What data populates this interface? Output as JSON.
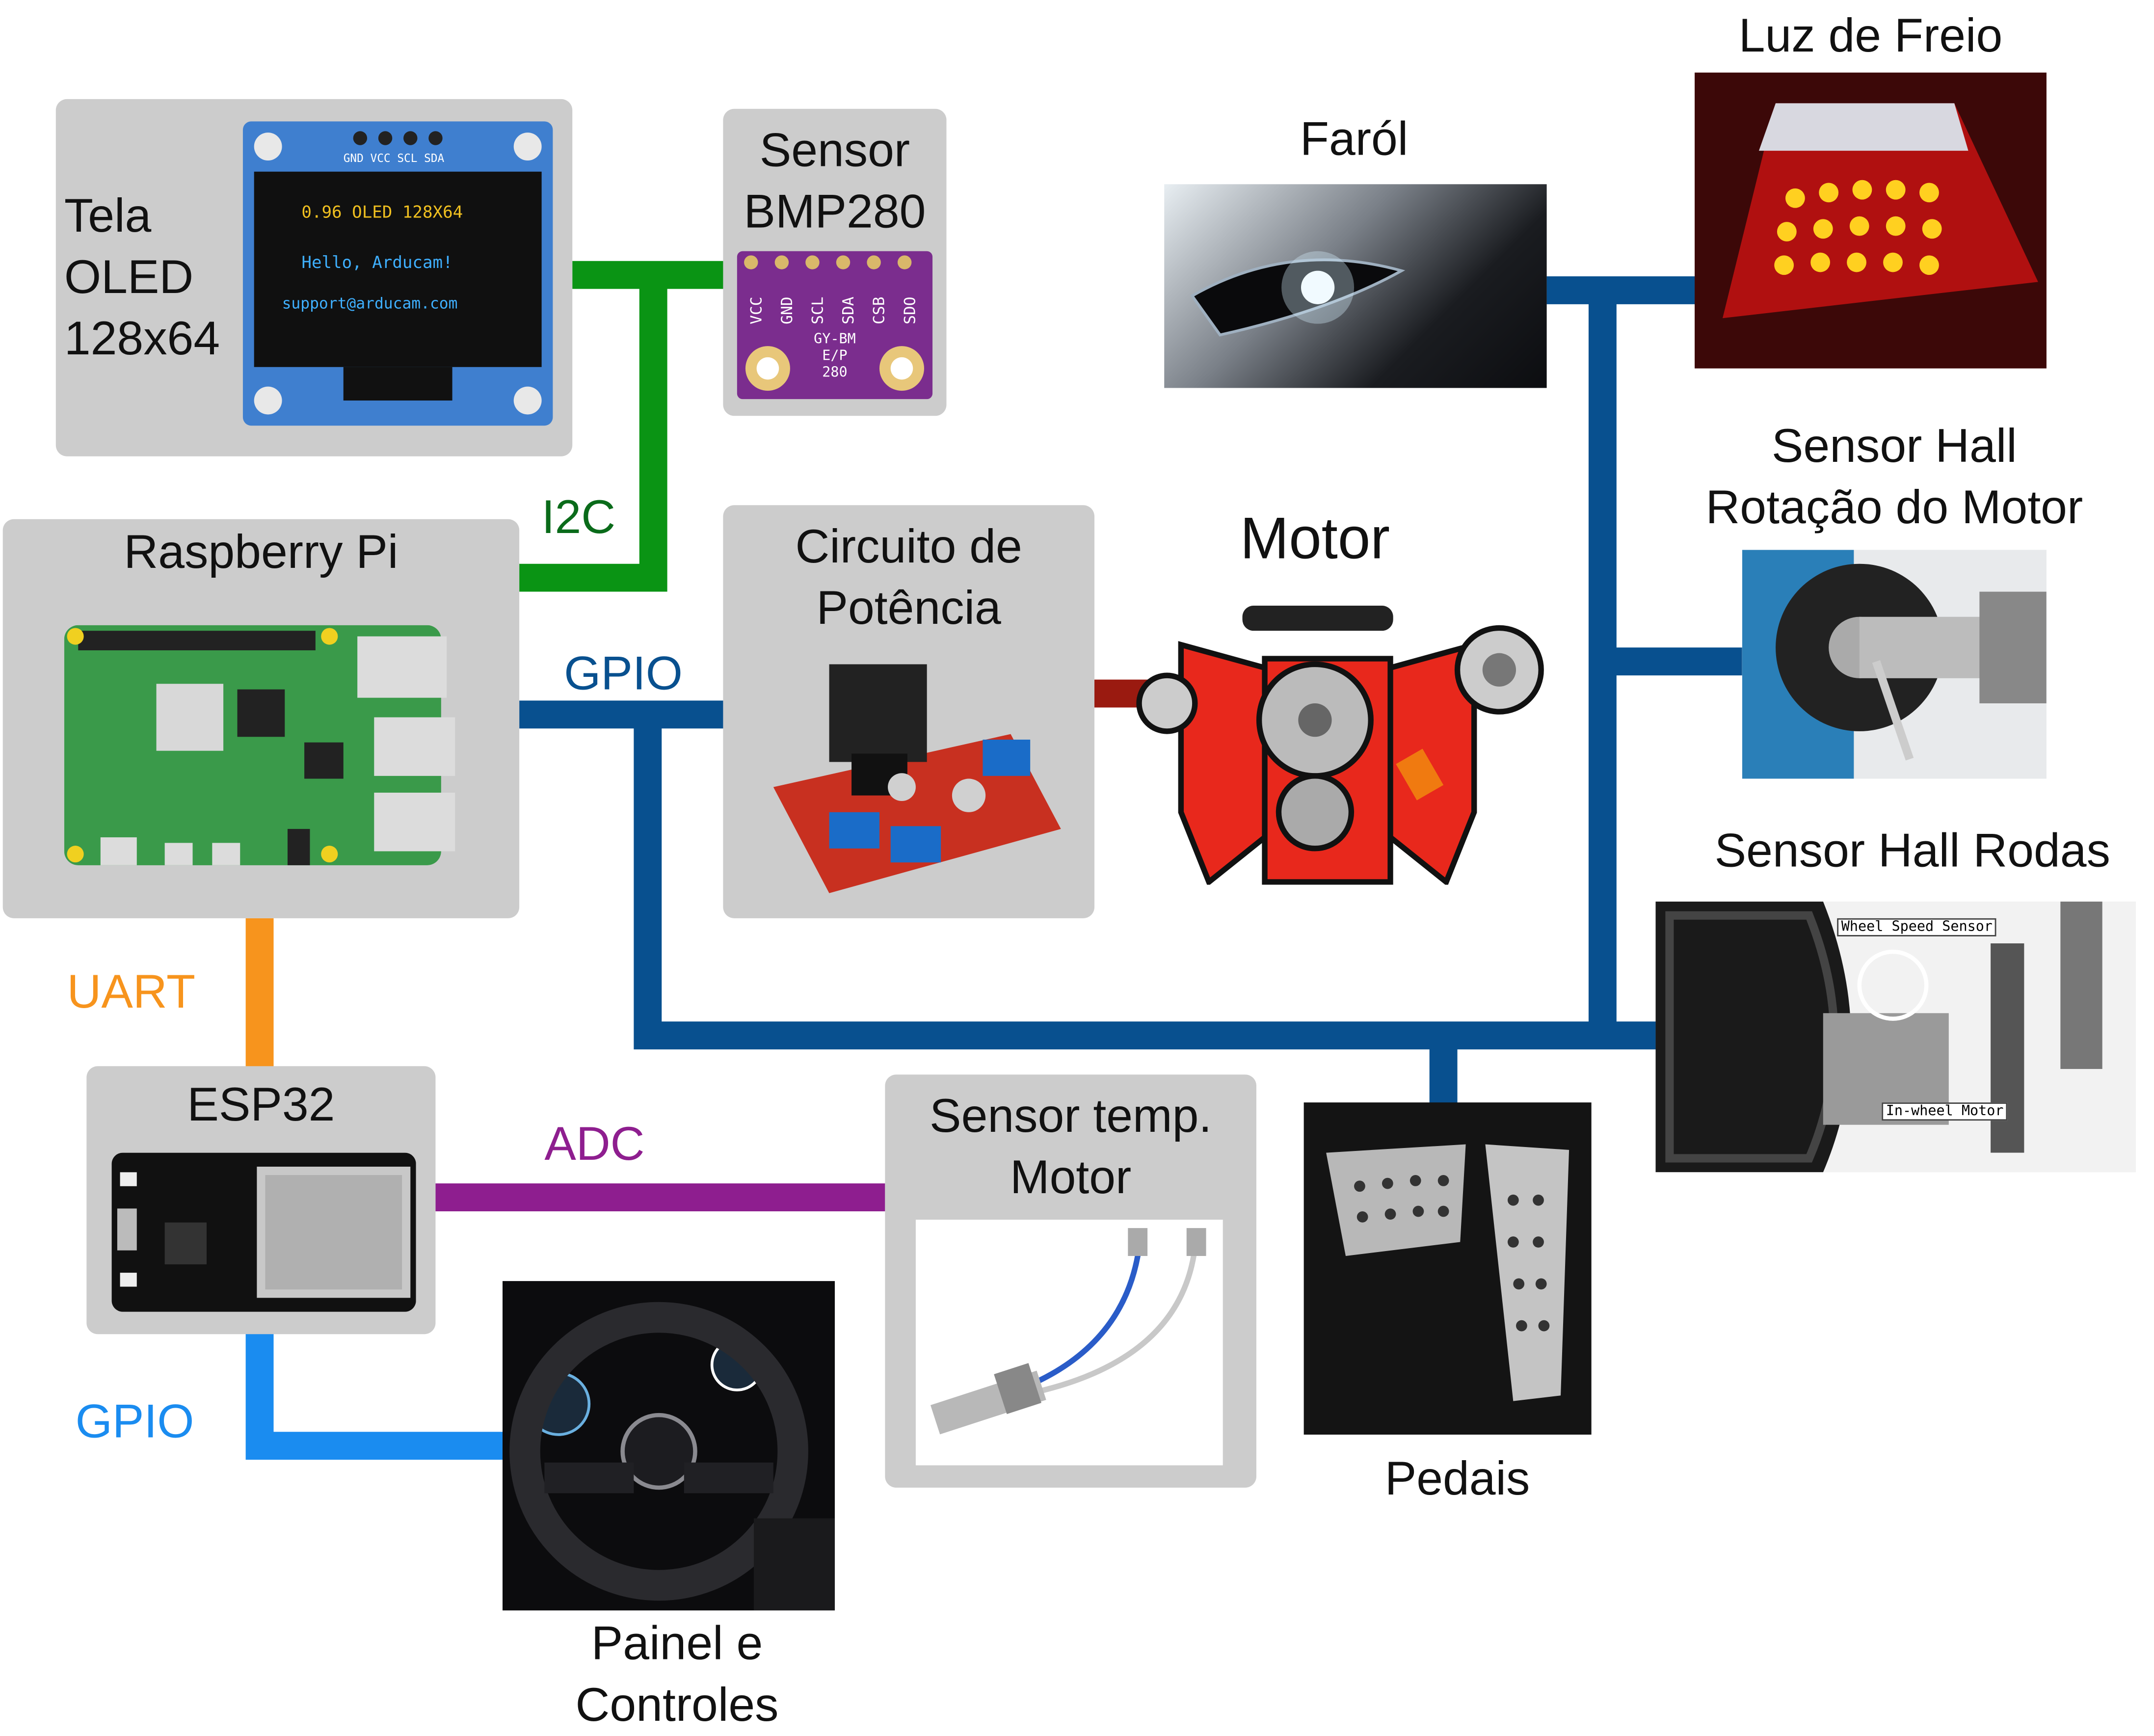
{
  "components": {
    "oled": "Tela\nOLED\n128x64",
    "oled_screen": [
      "0.96 OLED 128X64",
      "Hello, Arducam!",
      "support@arducam.com"
    ],
    "oled_pins": "GND VCC SCL SDA",
    "bmp280": "Sensor\nBMP280",
    "bmp280_pins": [
      "VCC",
      "GND",
      "SCL",
      "SDA",
      "CSB",
      "SDO"
    ],
    "bmp280_marking": "GY-BM\nE/P\n280",
    "raspberry": "Raspberry Pi",
    "power_circuit": "Circuito de\nPotência",
    "motor": "Motor",
    "headlight": "Faról",
    "brake_light": "Luz de Freio",
    "hall_motor": "Sensor Hall\nRotação do Motor",
    "hall_wheels": "Sensor Hall Rodas",
    "hall_wheels_callouts": [
      "Wheel Speed Sensor",
      "In-wheel Motor"
    ],
    "esp32": "ESP32",
    "temp_sensor": "Sensor temp.\nMotor",
    "pedals": "Pedais",
    "dashboard": "Painel e\nControles"
  },
  "buses": {
    "i2c": "I2C",
    "gpio_rpi": "GPIO",
    "uart": "UART",
    "adc": "ADC",
    "gpio_esp": "GPIO"
  },
  "colors": {
    "i2c": "#0a9414",
    "gpio_rpi": "#08508f",
    "uart": "#f7941d",
    "adc": "#8e1e8f",
    "gpio_esp": "#1a8cf0",
    "box": "#cccccc",
    "i2c_text": "#0a6b1a"
  }
}
